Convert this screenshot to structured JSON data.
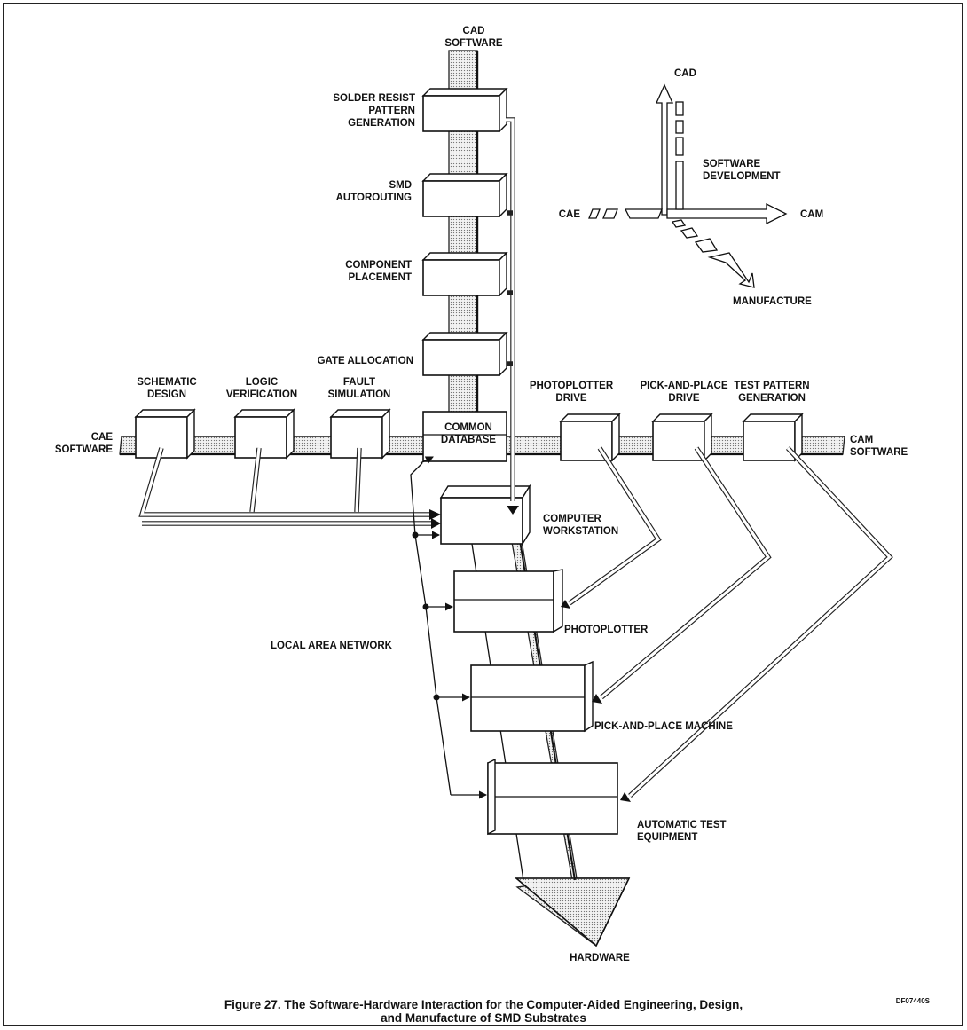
{
  "axis_top": "CAD\nSOFTWARE",
  "axis_left": "CAE\nSOFTWARE",
  "axis_right": "CAM\nSOFTWARE",
  "axis_bottom": "HARDWARE",
  "cad_modules": [
    "SOLDER RESIST\nPATTERN\nGENERATION",
    "SMD\nAUTOROUTING",
    "COMPONENT\nPLACEMENT",
    "GATE ALLOCATION"
  ],
  "cae_modules": [
    "SCHEMATIC\nDESIGN",
    "LOGIC\nVERIFICATION",
    "FAULT\nSIMULATION"
  ],
  "cam_modules": [
    "PHOTOPLOTTER\nDRIVE",
    "PICK-AND-PLACE\nDRIVE",
    "TEST PATTERN\nGENERATION"
  ],
  "common_database": "COMMON\nDATABASE",
  "hardware_items": [
    "COMPUTER\nWORKSTATION",
    "PHOTOPLOTTER",
    "PICK-AND-PLACE MACHINE",
    "AUTOMATIC TEST\nEQUIPMENT"
  ],
  "network_label": "LOCAL AREA NETWORK",
  "legend": {
    "cad": "CAD",
    "cae": "CAE",
    "cam": "CAM",
    "manufacture": "MANUFACTURE",
    "software_development": "SOFTWARE\nDEVELOPMENT"
  },
  "code": "DF07440S",
  "caption": "Figure 27. The Software-Hardware Interaction for the Computer-Aided Engineering, Design,\nand Manufacture of SMD Substrates"
}
